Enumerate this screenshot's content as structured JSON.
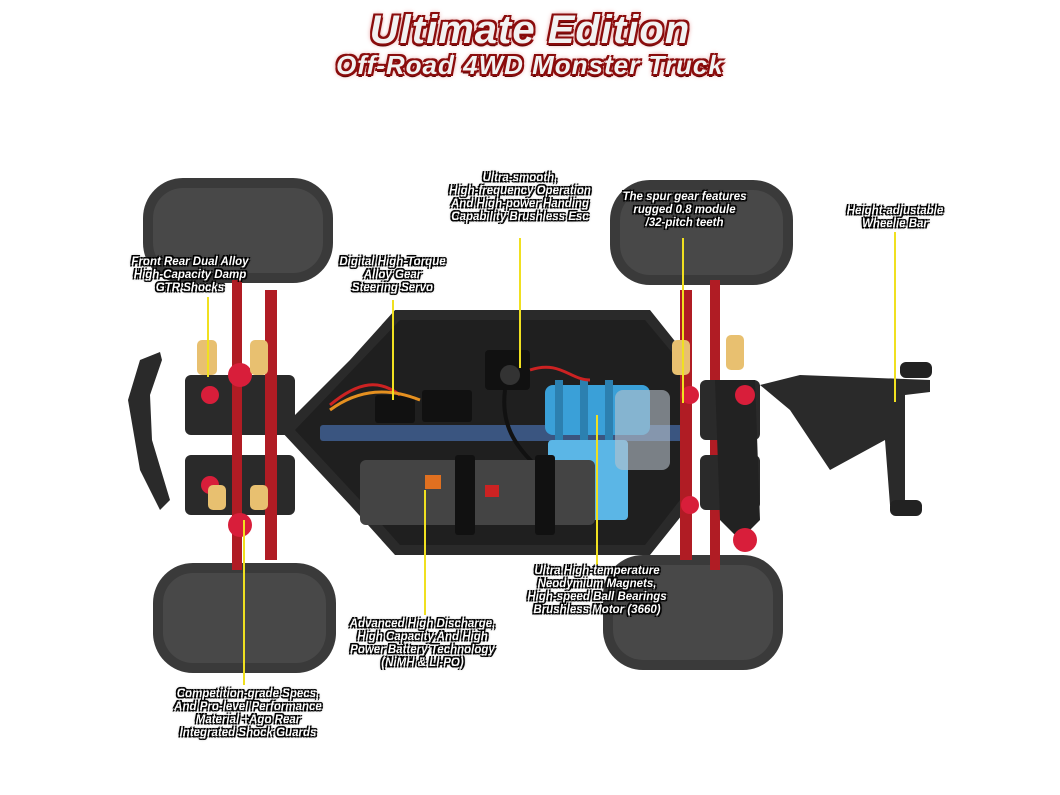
{
  "title": {
    "line1": "Ultimate Edition",
    "line2": "Off-Road 4WD Monster Truck"
  },
  "callouts": {
    "esc": [
      "Ultra-smooth,",
      "High-frequency Operation",
      "And High-power Handing",
      "Capability Brushless Esc"
    ],
    "spur_gear": [
      "The spur gear features",
      "rugged 0.8 module",
      "/32-pitch teeth"
    ],
    "wheelie_bar": [
      "Height-adjustable",
      "Wheelie Bar"
    ],
    "shocks": [
      "Front Rear Dual Alloy",
      "High-Capacity Damp",
      "GTR Shocks"
    ],
    "servo": [
      "Digital High-Torque",
      "Alloy Gear",
      "Steering Servo"
    ],
    "motor": [
      "Ultra High-temperature",
      "Neodymium Magnets,",
      "High-speed Ball Bearings",
      "Brushless Motor (3660)"
    ],
    "battery": [
      "Advanced High Discharge,",
      "High Capacity And High",
      "Power Battery Technology",
      "(NiMH & LI-PO)"
    ],
    "shock_guards": [
      "Competition-grade Specs,",
      "And Pro-level Performance",
      "Material +Ago Rear",
      "Integrated Shock Guards"
    ]
  },
  "colors": {
    "title_outline": "#8a0c0c",
    "leader_line": "#f0e020",
    "chassis": "#2a2a2a",
    "aluminum_red": "#b01c24",
    "motor_blue": "#3aa0d8",
    "tire": "#3a3a3a"
  }
}
